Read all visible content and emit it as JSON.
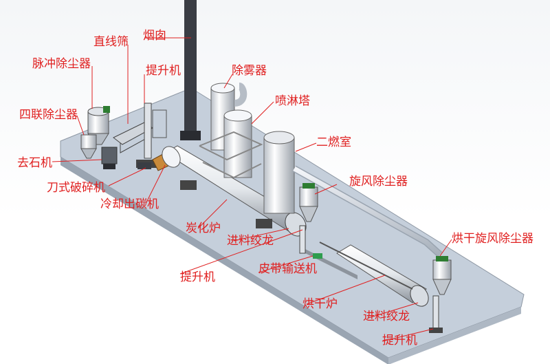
{
  "labels": {
    "chimney": "烟囱",
    "linear_screen": "直线筛",
    "pulse_dust": "脉冲除尘器",
    "elevator_top": "提升机",
    "demister": "除雾器",
    "spray_tower": "喷淋塔",
    "quad_dust": "四联除尘器",
    "second_chamber": "二燃室",
    "destoner": "去石机",
    "cyclone": "旋风除尘器",
    "knife_crusher": "刀式破碎机",
    "cooling_discharger": "冷却出碳机",
    "carbonization_furnace": "炭化炉",
    "feed_screw_1": "进料绞龙",
    "dryer_cyclone": "烘干旋风除尘器",
    "elevator_mid": "提升机",
    "belt_conveyor": "皮带输送机",
    "dryer": "烘干炉",
    "feed_screw_2": "进料绞龙",
    "elevator_bottom": "提升机"
  },
  "colors": {
    "label": "#e02020",
    "platform": "#c5cfdb",
    "equipment": "#e8ecf0",
    "steel": "#3a3d44"
  }
}
